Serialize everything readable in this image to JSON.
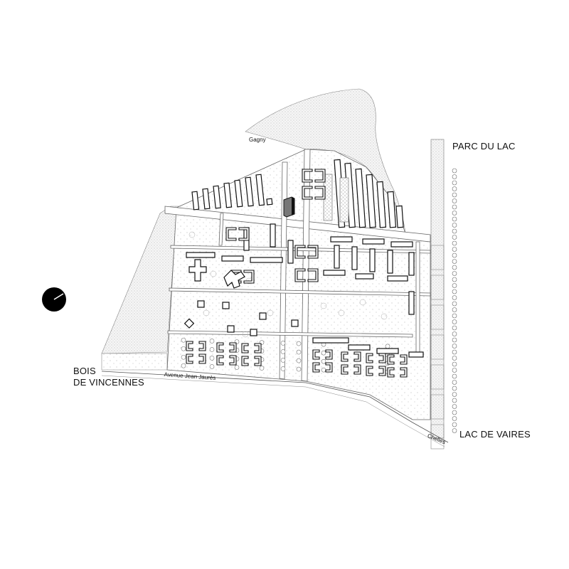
{
  "map": {
    "places": {
      "gagny": "Gagny",
      "parc_du_lac": "PARC DU LAC",
      "bois_line1": "BOIS",
      "bois_line2": "DE VINCENNES",
      "avenue": "Avenue Jean Jaurès",
      "chelles": "Chelles",
      "lac_de_vaires": "LAC DE VAIRES"
    },
    "icons": {
      "north": "north-arrow-icon"
    },
    "colors": {
      "ink": "#111111",
      "road": "#ffffff",
      "green": "#f3f3f3",
      "tower": "#777777"
    }
  }
}
